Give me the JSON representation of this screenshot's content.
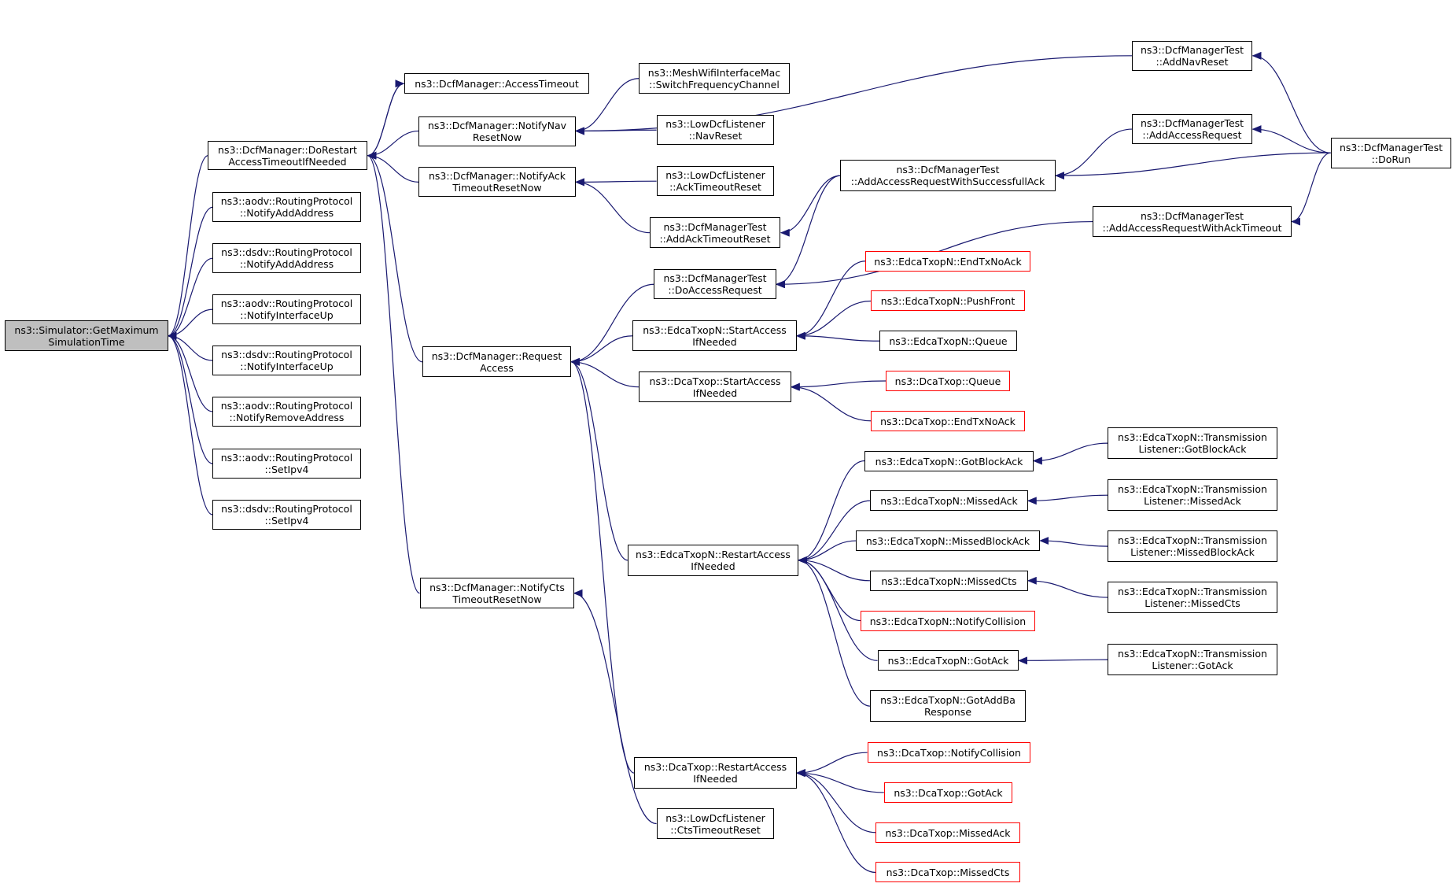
{
  "colors": {
    "edge": "#191970",
    "root_fill": "#bfbfbf",
    "truncated_border": "#ff0000",
    "border": "#000000"
  },
  "nodes": [
    {
      "id": "root",
      "lines": [
        "ns3::Simulator::GetMaximum",
        "SimulationTime"
      ],
      "style": "root"
    },
    {
      "id": "do_restart",
      "lines": [
        "ns3::DcfManager::DoRestart",
        "AccessTimeoutIfNeeded"
      ]
    },
    {
      "id": "aodv_add",
      "lines": [
        "ns3::aodv::RoutingProtocol",
        "::NotifyAddAddress"
      ]
    },
    {
      "id": "dsdv_add",
      "lines": [
        "ns3::dsdv::RoutingProtocol",
        "::NotifyAddAddress"
      ]
    },
    {
      "id": "aodv_up",
      "lines": [
        "ns3::aodv::RoutingProtocol",
        "::NotifyInterfaceUp"
      ]
    },
    {
      "id": "dsdv_up",
      "lines": [
        "ns3::dsdv::RoutingProtocol",
        "::NotifyInterfaceUp"
      ]
    },
    {
      "id": "aodv_remove",
      "lines": [
        "ns3::aodv::RoutingProtocol",
        "::NotifyRemoveAddress"
      ]
    },
    {
      "id": "aodv_ipv4",
      "lines": [
        "ns3::aodv::RoutingProtocol",
        "::SetIpv4"
      ]
    },
    {
      "id": "dsdv_ipv4",
      "lines": [
        "ns3::dsdv::RoutingProtocol",
        "::SetIpv4"
      ]
    },
    {
      "id": "access_timeout",
      "lines": [
        "ns3::DcfManager::AccessTimeout"
      ]
    },
    {
      "id": "notify_nav",
      "lines": [
        "ns3::DcfManager::NotifyNav",
        "ResetNow"
      ]
    },
    {
      "id": "notify_ack",
      "lines": [
        "ns3::DcfManager::NotifyAck",
        "TimeoutResetNow"
      ]
    },
    {
      "id": "request_access",
      "lines": [
        "ns3::DcfManager::Request",
        "Access"
      ]
    },
    {
      "id": "notify_cts",
      "lines": [
        "ns3::DcfManager::NotifyCts",
        "TimeoutResetNow"
      ]
    },
    {
      "id": "mesh_switch",
      "lines": [
        "ns3::MeshWifiInterfaceMac",
        "::SwitchFrequencyChannel"
      ]
    },
    {
      "id": "low_navreset",
      "lines": [
        "ns3::LowDcfListener",
        "::NavReset"
      ]
    },
    {
      "id": "low_ackreset",
      "lines": [
        "ns3::LowDcfListener",
        "::AckTimeoutReset"
      ]
    },
    {
      "id": "test_addacktimeout",
      "lines": [
        "ns3::DcfManagerTest",
        "::AddAckTimeoutReset"
      ]
    },
    {
      "id": "test_doaccess",
      "lines": [
        "ns3::DcfManagerTest",
        "::DoAccessRequest"
      ]
    },
    {
      "id": "edca_startaccess",
      "lines": [
        "ns3::EdcaTxopN::StartAccess",
        "IfNeeded"
      ]
    },
    {
      "id": "dca_startaccess",
      "lines": [
        "ns3::DcaTxop::StartAccess",
        "IfNeeded"
      ]
    },
    {
      "id": "edca_restart",
      "lines": [
        "ns3::EdcaTxopN::RestartAccess",
        "IfNeeded"
      ]
    },
    {
      "id": "dca_restart",
      "lines": [
        "ns3::DcaTxop::RestartAccess",
        "IfNeeded"
      ]
    },
    {
      "id": "low_ctsreset",
      "lines": [
        "ns3::LowDcfListener",
        "::CtsTimeoutReset"
      ]
    },
    {
      "id": "test_addnav",
      "lines": [
        "ns3::DcfManagerTest",
        "::AddNavReset"
      ]
    },
    {
      "id": "test_addsuccess",
      "lines": [
        "ns3::DcfManagerTest",
        "::AddAccessRequestWithSuccessfullAck"
      ]
    },
    {
      "id": "test_addaccess",
      "lines": [
        "ns3::DcfManagerTest",
        "::AddAccessRequest"
      ]
    },
    {
      "id": "test_addacktimeout2",
      "lines": [
        "ns3::DcfManagerTest",
        "::AddAccessRequestWithAckTimeout"
      ]
    },
    {
      "id": "test_dorun",
      "lines": [
        "ns3::DcfManagerTest",
        "::DoRun"
      ]
    },
    {
      "id": "edca_endtx",
      "lines": [
        "ns3::EdcaTxopN::EndTxNoAck"
      ],
      "style": "red"
    },
    {
      "id": "edca_pushfront",
      "lines": [
        "ns3::EdcaTxopN::PushFront"
      ],
      "style": "red"
    },
    {
      "id": "edca_queue",
      "lines": [
        "ns3::EdcaTxopN::Queue"
      ]
    },
    {
      "id": "dca_queue",
      "lines": [
        "ns3::DcaTxop::Queue"
      ],
      "style": "red"
    },
    {
      "id": "dca_endtx",
      "lines": [
        "ns3::DcaTxop::EndTxNoAck"
      ],
      "style": "red"
    },
    {
      "id": "edca_gotblockack",
      "lines": [
        "ns3::EdcaTxopN::GotBlockAck"
      ]
    },
    {
      "id": "edca_missedack",
      "lines": [
        "ns3::EdcaTxopN::MissedAck"
      ]
    },
    {
      "id": "edca_missedblockack",
      "lines": [
        "ns3::EdcaTxopN::MissedBlockAck"
      ]
    },
    {
      "id": "edca_missedcts",
      "lines": [
        "ns3::EdcaTxopN::MissedCts"
      ]
    },
    {
      "id": "edca_notifycoll",
      "lines": [
        "ns3::EdcaTxopN::NotifyCollision"
      ],
      "style": "red"
    },
    {
      "id": "edca_gotack",
      "lines": [
        "ns3::EdcaTxopN::GotAck"
      ]
    },
    {
      "id": "edca_gotaddba",
      "lines": [
        "ns3::EdcaTxopN::GotAddBa",
        "Response"
      ]
    },
    {
      "id": "tl_gotblockack",
      "lines": [
        "ns3::EdcaTxopN::Transmission",
        "Listener::GotBlockAck"
      ]
    },
    {
      "id": "tl_missedack",
      "lines": [
        "ns3::EdcaTxopN::Transmission",
        "Listener::MissedAck"
      ]
    },
    {
      "id": "tl_missedblockack",
      "lines": [
        "ns3::EdcaTxopN::Transmission",
        "Listener::MissedBlockAck"
      ]
    },
    {
      "id": "tl_missedcts",
      "lines": [
        "ns3::EdcaTxopN::Transmission",
        "Listener::MissedCts"
      ]
    },
    {
      "id": "tl_gotack",
      "lines": [
        "ns3::EdcaTxopN::Transmission",
        "Listener::GotAck"
      ]
    },
    {
      "id": "dca_notifycoll",
      "lines": [
        "ns3::DcaTxop::NotifyCollision"
      ],
      "style": "red"
    },
    {
      "id": "dca_gotack",
      "lines": [
        "ns3::DcaTxop::GotAck"
      ],
      "style": "red"
    },
    {
      "id": "dca_missedack",
      "lines": [
        "ns3::DcaTxop::MissedAck"
      ],
      "style": "red"
    },
    {
      "id": "dca_missedcts",
      "lines": [
        "ns3::DcaTxop::MissedCts"
      ],
      "style": "red"
    }
  ],
  "edges": [
    {
      "from": "do_restart",
      "to": "root"
    },
    {
      "from": "aodv_add",
      "to": "root"
    },
    {
      "from": "dsdv_add",
      "to": "root"
    },
    {
      "from": "aodv_up",
      "to": "root"
    },
    {
      "from": "dsdv_up",
      "to": "root"
    },
    {
      "from": "aodv_remove",
      "to": "root"
    },
    {
      "from": "aodv_ipv4",
      "to": "root"
    },
    {
      "from": "dsdv_ipv4",
      "to": "root"
    },
    {
      "from": "access_timeout",
      "to": "do_restart"
    },
    {
      "from": "do_restart",
      "to": "access_timeout"
    },
    {
      "from": "notify_nav",
      "to": "do_restart"
    },
    {
      "from": "notify_ack",
      "to": "do_restart"
    },
    {
      "from": "request_access",
      "to": "do_restart"
    },
    {
      "from": "notify_cts",
      "to": "do_restart"
    },
    {
      "from": "mesh_switch",
      "to": "notify_nav"
    },
    {
      "from": "low_navreset",
      "to": "notify_nav"
    },
    {
      "from": "test_addnav",
      "to": "notify_nav"
    },
    {
      "from": "low_ackreset",
      "to": "notify_ack"
    },
    {
      "from": "test_addacktimeout",
      "to": "notify_ack"
    },
    {
      "from": "test_addsuccess",
      "to": "test_addacktimeout"
    },
    {
      "from": "test_addsuccess",
      "to": "test_doaccess"
    },
    {
      "from": "test_addaccess",
      "to": "test_addsuccess"
    },
    {
      "from": "test_dorun",
      "to": "test_addsuccess"
    },
    {
      "from": "test_dorun",
      "to": "test_addaccess"
    },
    {
      "from": "test_dorun",
      "to": "test_addnav"
    },
    {
      "from": "test_dorun",
      "to": "test_addacktimeout2"
    },
    {
      "from": "test_addacktimeout2",
      "to": "test_doaccess"
    },
    {
      "from": "test_doaccess",
      "to": "request_access"
    },
    {
      "from": "edca_startaccess",
      "to": "request_access"
    },
    {
      "from": "dca_startaccess",
      "to": "request_access"
    },
    {
      "from": "edca_restart",
      "to": "request_access"
    },
    {
      "from": "dca_restart",
      "to": "request_access"
    },
    {
      "from": "low_ctsreset",
      "to": "notify_cts"
    },
    {
      "from": "edca_endtx",
      "to": "edca_startaccess"
    },
    {
      "from": "edca_pushfront",
      "to": "edca_startaccess"
    },
    {
      "from": "edca_queue",
      "to": "edca_startaccess"
    },
    {
      "from": "dca_queue",
      "to": "dca_startaccess"
    },
    {
      "from": "dca_endtx",
      "to": "dca_startaccess"
    },
    {
      "from": "edca_gotblockack",
      "to": "edca_restart"
    },
    {
      "from": "edca_missedack",
      "to": "edca_restart"
    },
    {
      "from": "edca_missedblockack",
      "to": "edca_restart"
    },
    {
      "from": "edca_missedcts",
      "to": "edca_restart"
    },
    {
      "from": "edca_notifycoll",
      "to": "edca_restart"
    },
    {
      "from": "edca_gotack",
      "to": "edca_restart"
    },
    {
      "from": "edca_gotaddba",
      "to": "edca_restart"
    },
    {
      "from": "tl_gotblockack",
      "to": "edca_gotblockack"
    },
    {
      "from": "tl_missedack",
      "to": "edca_missedack"
    },
    {
      "from": "tl_missedblockack",
      "to": "edca_missedblockack"
    },
    {
      "from": "tl_missedcts",
      "to": "edca_missedcts"
    },
    {
      "from": "tl_gotack",
      "to": "edca_gotack"
    },
    {
      "from": "dca_notifycoll",
      "to": "dca_restart"
    },
    {
      "from": "dca_gotack",
      "to": "dca_restart"
    },
    {
      "from": "dca_missedack",
      "to": "dca_restart"
    },
    {
      "from": "dca_missedcts",
      "to": "dca_restart"
    }
  ]
}
